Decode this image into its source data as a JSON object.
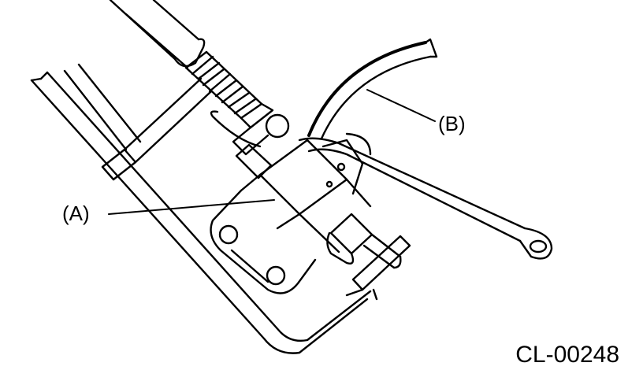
{
  "diagram": {
    "callouts": {
      "a": "(A)",
      "b": "(B)"
    },
    "figure_code": "CL-00248"
  },
  "colors": {
    "ink": "#000000",
    "background": "#ffffff"
  }
}
